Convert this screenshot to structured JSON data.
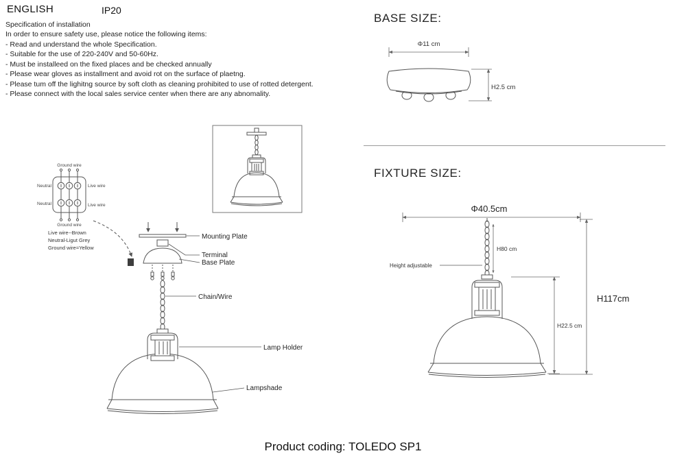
{
  "header": {
    "language": "ENGLISH",
    "ip_rating": "IP20"
  },
  "spec": {
    "title": "Specification of installation",
    "intro": "In order to ensure safety use, please notice the following items:",
    "items": [
      "- Read and understand the whole Specification.",
      "- Suitable for the use of 220-240V and 50-60Hz.",
      "- Must be installeed on the fixed places and be checked annually",
      "- Please wear gloves as installment and avoid rot on the surface of plaetng.",
      "- Please tum off the lighitng source by soft cloth as cleaning prohibited to use of rotted detergent.",
      "- Please connect with the local sales service center when there are any abnomality."
    ]
  },
  "wiring": {
    "top_label": "Ground wire",
    "row1_left": "Neutral",
    "row1_right": "Live wire",
    "row2_left": "Neutral",
    "row2_right": "Live wire",
    "bottom_label": "Ground wire",
    "legend": [
      "Live wire--Brown",
      "Neutral-Ligut Grey",
      "Ground wire=Yellow"
    ]
  },
  "parts": {
    "mounting_plate": "Mounting Plate",
    "terminal": "Terminal",
    "base_plate": "Base Plate",
    "chain_wire": "Chain/Wire",
    "lamp_holder": "Lamp Holder",
    "lampshade": "Lampshade"
  },
  "base_size": {
    "title": "BASE SIZE:",
    "diameter": "Φ11 cm",
    "height": "H2.5 cm"
  },
  "fixture_size": {
    "title": "FIXTURE SIZE:",
    "diameter": "Φ40.5cm",
    "chain_height": "H80 cm",
    "height_adjustable": "Height adjustable",
    "body_height": "H22.5 cm",
    "total_height": "H117cm"
  },
  "footer": {
    "product_coding": "Product coding: TOLEDO SP1"
  }
}
